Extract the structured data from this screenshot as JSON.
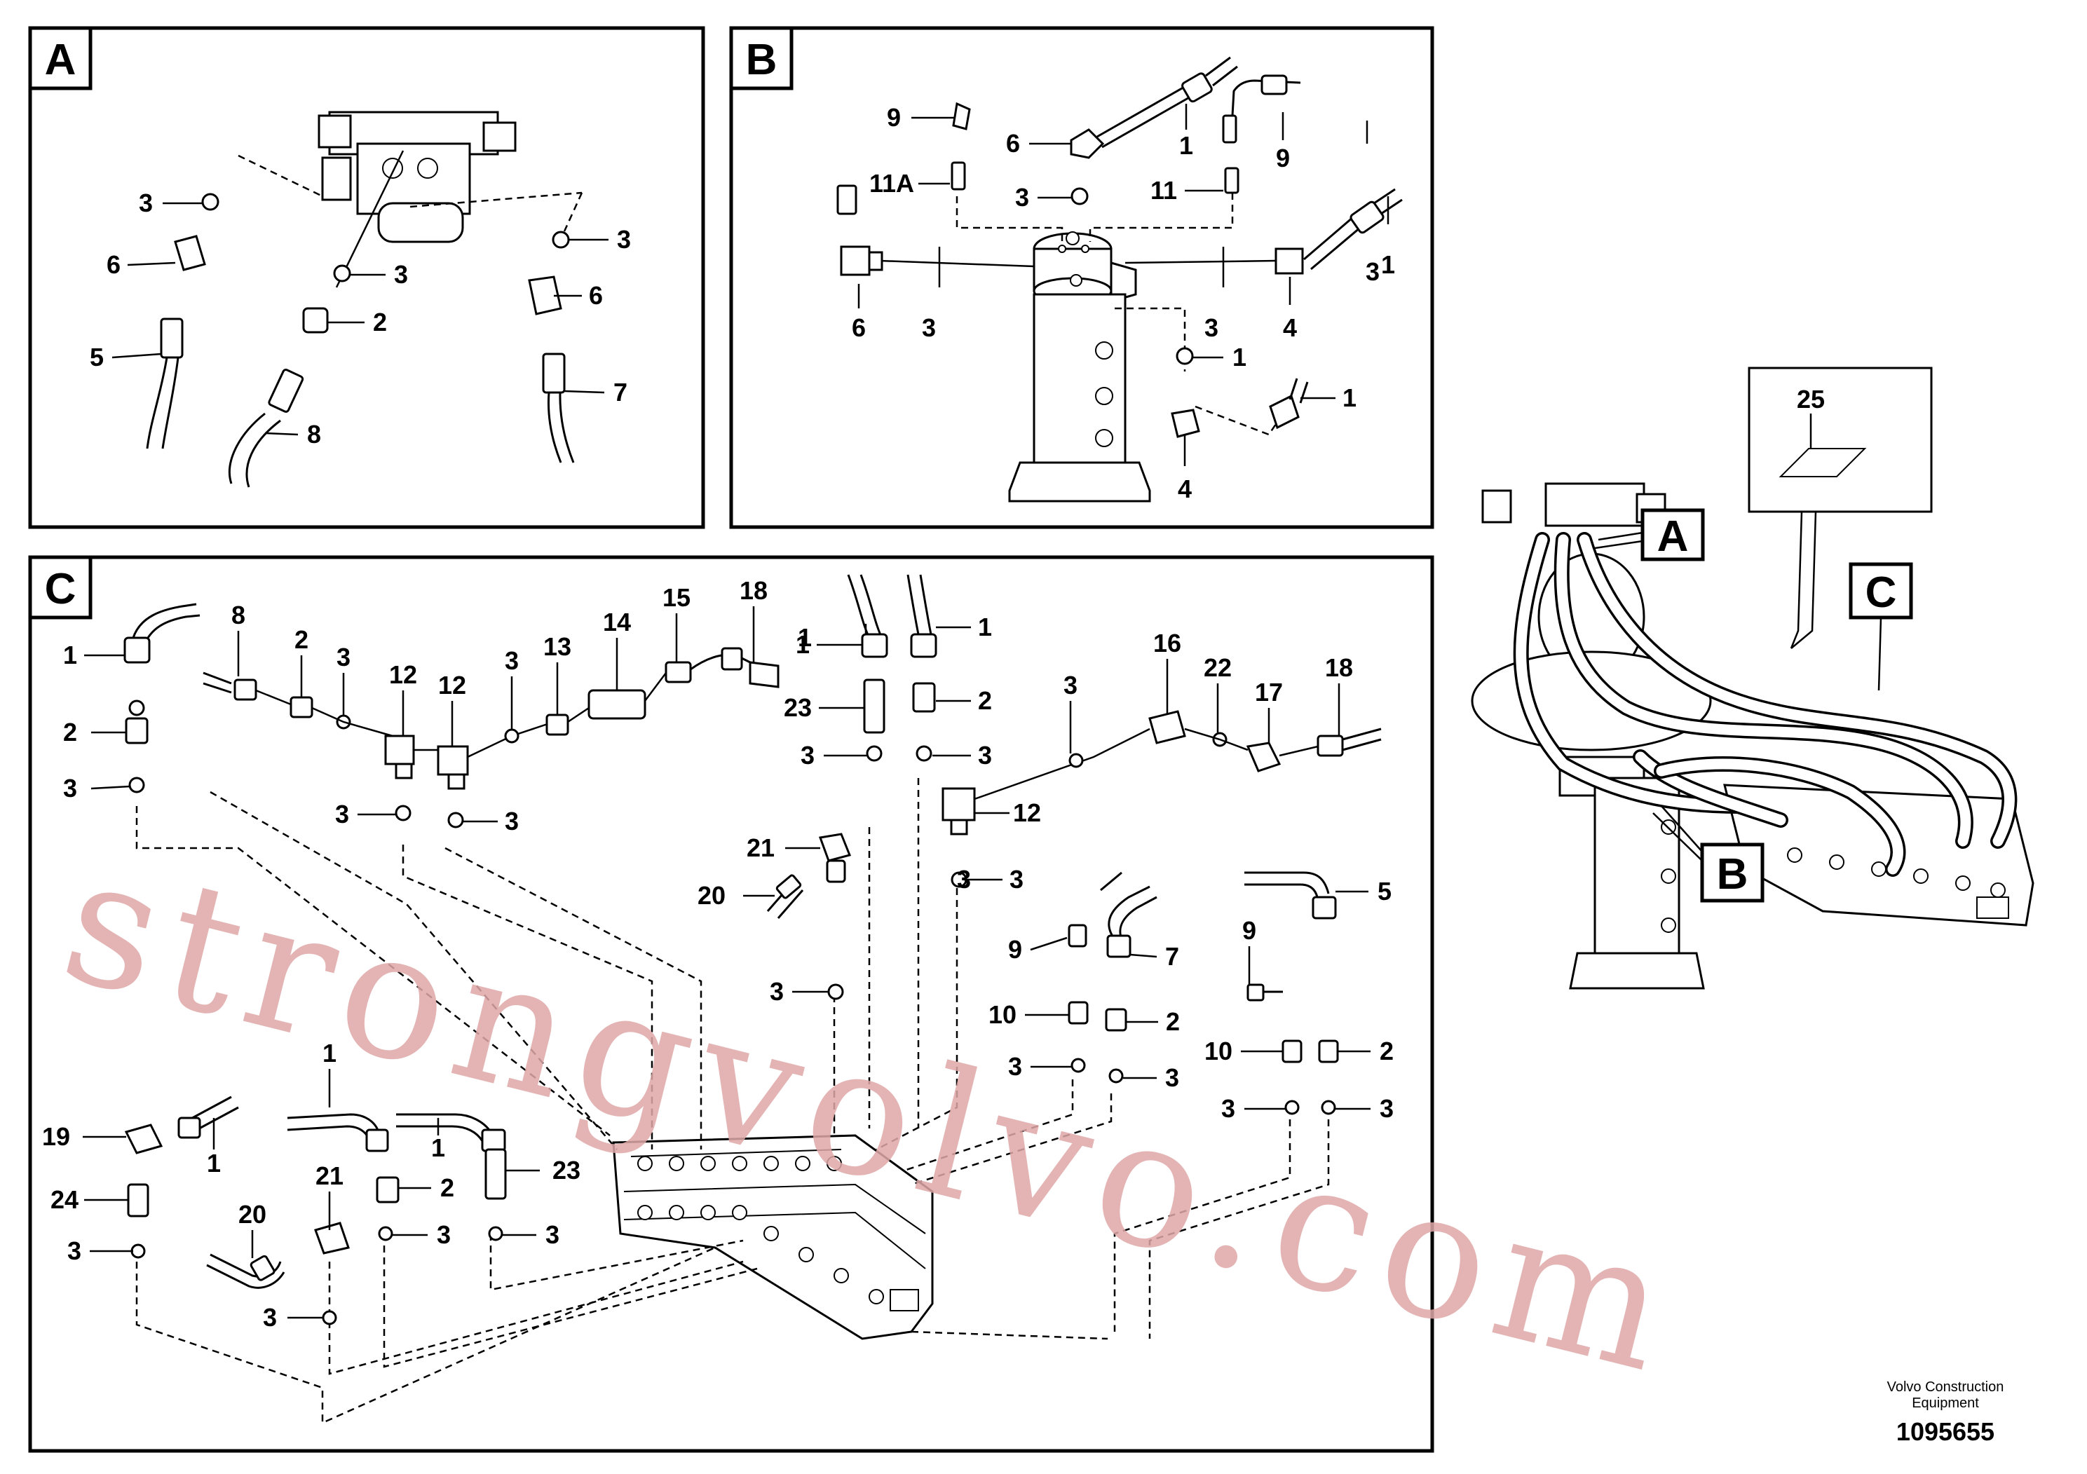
{
  "panels": {
    "A": {
      "tag": "A",
      "callouts": [
        "3",
        "6",
        "5",
        "3",
        "2",
        "8",
        "3",
        "6",
        "7"
      ]
    },
    "B": {
      "tag": "B",
      "callouts": [
        "9",
        "6",
        "1",
        "9",
        "1",
        "11A",
        "3",
        "11",
        "6",
        "3",
        "3",
        "4",
        "1",
        "3",
        "1",
        "4"
      ]
    },
    "C": {
      "tag": "C",
      "callouts": [
        "1",
        "8",
        "2",
        "3",
        "12",
        "12",
        "3",
        "13",
        "14",
        "15",
        "18",
        "1",
        "1",
        "2",
        "23",
        "3",
        "3",
        "2",
        "3",
        "3",
        "3",
        "3",
        "12",
        "21",
        "20",
        "3",
        "9",
        "7",
        "10",
        "2",
        "3",
        "3",
        "5",
        "9",
        "10",
        "2",
        "3",
        "3",
        "16",
        "22",
        "3",
        "17",
        "18",
        "1",
        "19",
        "1",
        "24",
        "3",
        "20",
        "21",
        "3",
        "1",
        "2",
        "3",
        "1",
        "23",
        "3",
        "3"
      ]
    }
  },
  "overview": {
    "tag_a": "A",
    "tag_b": "B",
    "tag_c": "C",
    "callout_25": "25"
  },
  "footer": {
    "brand_line1": "Volvo Construction",
    "brand_line2": "Equipment",
    "drawing_number": "1095655"
  },
  "watermark": "strongvolvo.com",
  "colors": {
    "ink": "#000000",
    "watermark": "#e0a8a8",
    "background": "#ffffff"
  }
}
